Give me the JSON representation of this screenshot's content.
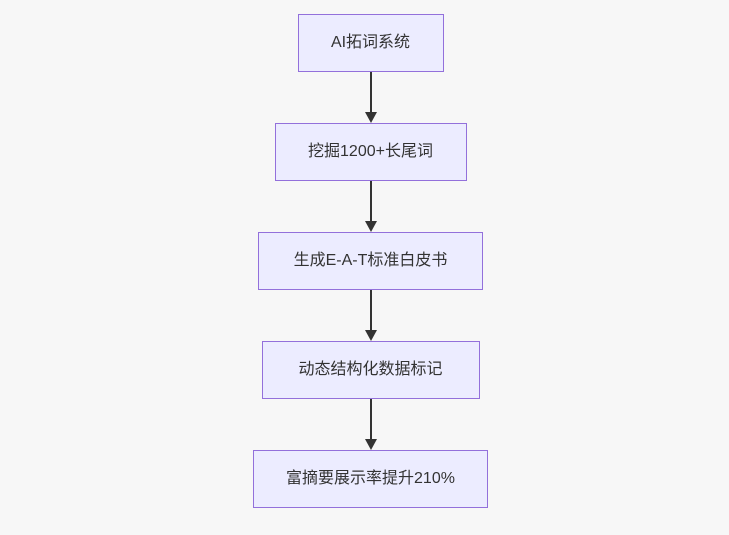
{
  "flowchart": {
    "type": "flowchart-vertical",
    "direction": "top-down",
    "nodes": [
      {
        "id": "A",
        "label": "AI拓词系统"
      },
      {
        "id": "B",
        "label": "挖掘1200+长尾词"
      },
      {
        "id": "C",
        "label": "生成E-A-T标准白皮书"
      },
      {
        "id": "D",
        "label": "动态结构化数据标记"
      },
      {
        "id": "E",
        "label": "富摘要展示率提升210%"
      }
    ],
    "edges": [
      {
        "from": "A",
        "to": "B",
        "arrow": "down"
      },
      {
        "from": "B",
        "to": "C",
        "arrow": "down"
      },
      {
        "from": "C",
        "to": "D",
        "arrow": "down"
      },
      {
        "from": "D",
        "to": "E",
        "arrow": "down"
      }
    ],
    "colors": {
      "background": "#f7f7f7",
      "node_fill": "#ececff",
      "node_border": "#9370db",
      "node_text": "#333333",
      "arrow": "#333333"
    }
  }
}
